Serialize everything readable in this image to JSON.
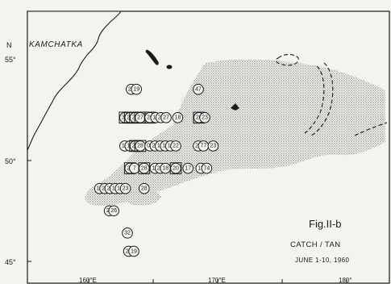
{
  "labels": {
    "north_arrow": "N",
    "region": "KAMCHATKA",
    "figure_id": "Fig.II-b",
    "caption_line1": "CATCH / TAN",
    "caption_line2": "JUNE  1-10, 1960"
  },
  "axes": {
    "lat_ticks": [
      "55°",
      "50°",
      "45°"
    ],
    "lon_ticks": [
      "160°E",
      "170°E",
      "180°"
    ]
  },
  "colors": {
    "paper": "#f4f3ee",
    "ink": "#1a1a1a",
    "catch_area": "#8d8d8d"
  },
  "stations": [
    {
      "v": "24",
      "lat": 53.5,
      "lon": 166.6
    },
    {
      "v": "19",
      "lat": 53.5,
      "lon": 167.4
    },
    {
      "v": "30",
      "lat": 52.1,
      "lon": 165.6,
      "boxed": true
    },
    {
      "v": "24",
      "lat": 52.1,
      "lon": 166.4,
      "boxed": true
    },
    {
      "v": "28",
      "lat": 52.1,
      "lon": 167.2,
      "boxed": true
    },
    {
      "v": "27",
      "lat": 52.1,
      "lon": 168.0,
      "boxed": true
    },
    {
      "v": "20",
      "lat": 52.1,
      "lon": 169.5,
      "boxed": true
    },
    {
      "v": "15",
      "lat": 52.1,
      "lon": 170.4
    },
    {
      "v": "26",
      "lat": 52.1,
      "lon": 171.2
    },
    {
      "v": "27",
      "lat": 52.1,
      "lon": 172.0
    },
    {
      "v": "18",
      "lat": 52.1,
      "lon": 173.8
    },
    {
      "v": "47",
      "lat": 53.5,
      "lon": 177.0
    },
    {
      "v": "20",
      "lat": 52.1,
      "lon": 177.1,
      "boxed": true
    },
    {
      "v": "23",
      "lat": 52.1,
      "lon": 178.0
    },
    {
      "v": "13",
      "lat": 50.7,
      "lon": 165.6
    },
    {
      "v": "10",
      "lat": 50.7,
      "lon": 166.4
    },
    {
      "v": "28",
      "lat": 50.7,
      "lon": 167.2,
      "boxed": true
    },
    {
      "v": "28",
      "lat": 50.7,
      "lon": 168.0,
      "boxed": true
    },
    {
      "v": "02",
      "lat": 50.7,
      "lon": 169.5
    },
    {
      "v": "23",
      "lat": 50.7,
      "lon": 170.3
    },
    {
      "v": "17",
      "lat": 50.7,
      "lon": 171.1
    },
    {
      "v": "18",
      "lat": 50.7,
      "lon": 171.9
    },
    {
      "v": "17",
      "lat": 50.7,
      "lon": 172.7
    },
    {
      "v": "22",
      "lat": 50.7,
      "lon": 173.5
    },
    {
      "v": "20",
      "lat": 50.7,
      "lon": 177.0
    },
    {
      "v": "77",
      "lat": 50.7,
      "lon": 177.8
    },
    {
      "v": "23",
      "lat": 50.7,
      "lon": 179.3
    },
    {
      "v": "24",
      "lat": 49.6,
      "lon": 166.4,
      "boxed": true
    },
    {
      "v": "7",
      "lat": 49.6,
      "lon": 167.1
    },
    {
      "v": "28",
      "lat": 49.6,
      "lon": 168.6,
      "boxed": true
    },
    {
      "v": "15",
      "lat": 49.6,
      "lon": 170.3
    },
    {
      "v": "20",
      "lat": 49.6,
      "lon": 171.1
    },
    {
      "v": "18",
      "lat": 49.6,
      "lon": 171.9
    },
    {
      "v": "20",
      "lat": 49.6,
      "lon": 173.5,
      "boxed": true
    },
    {
      "v": "17",
      "lat": 49.6,
      "lon": 175.4
    },
    {
      "v": "18",
      "lat": 49.6,
      "lon": 177.4
    },
    {
      "v": "74",
      "lat": 49.6,
      "lon": 178.3
    },
    {
      "v": "17",
      "lat": 48.6,
      "lon": 161.7
    },
    {
      "v": "23",
      "lat": 48.6,
      "lon": 162.5
    },
    {
      "v": "24",
      "lat": 48.6,
      "lon": 163.3
    },
    {
      "v": "17",
      "lat": 48.6,
      "lon": 164.1
    },
    {
      "v": "12",
      "lat": 48.6,
      "lon": 164.9
    },
    {
      "v": "23",
      "lat": 48.6,
      "lon": 165.7
    },
    {
      "v": "28",
      "lat": 48.6,
      "lon": 168.6
    },
    {
      "v": "22",
      "lat": 47.5,
      "lon": 163.2
    },
    {
      "v": "26",
      "lat": 47.5,
      "lon": 163.9
    },
    {
      "v": "32",
      "lat": 46.4,
      "lon": 166.0
    },
    {
      "v": "23",
      "lat": 45.5,
      "lon": 166.2
    },
    {
      "v": "19",
      "lat": 45.5,
      "lon": 167.0
    }
  ]
}
